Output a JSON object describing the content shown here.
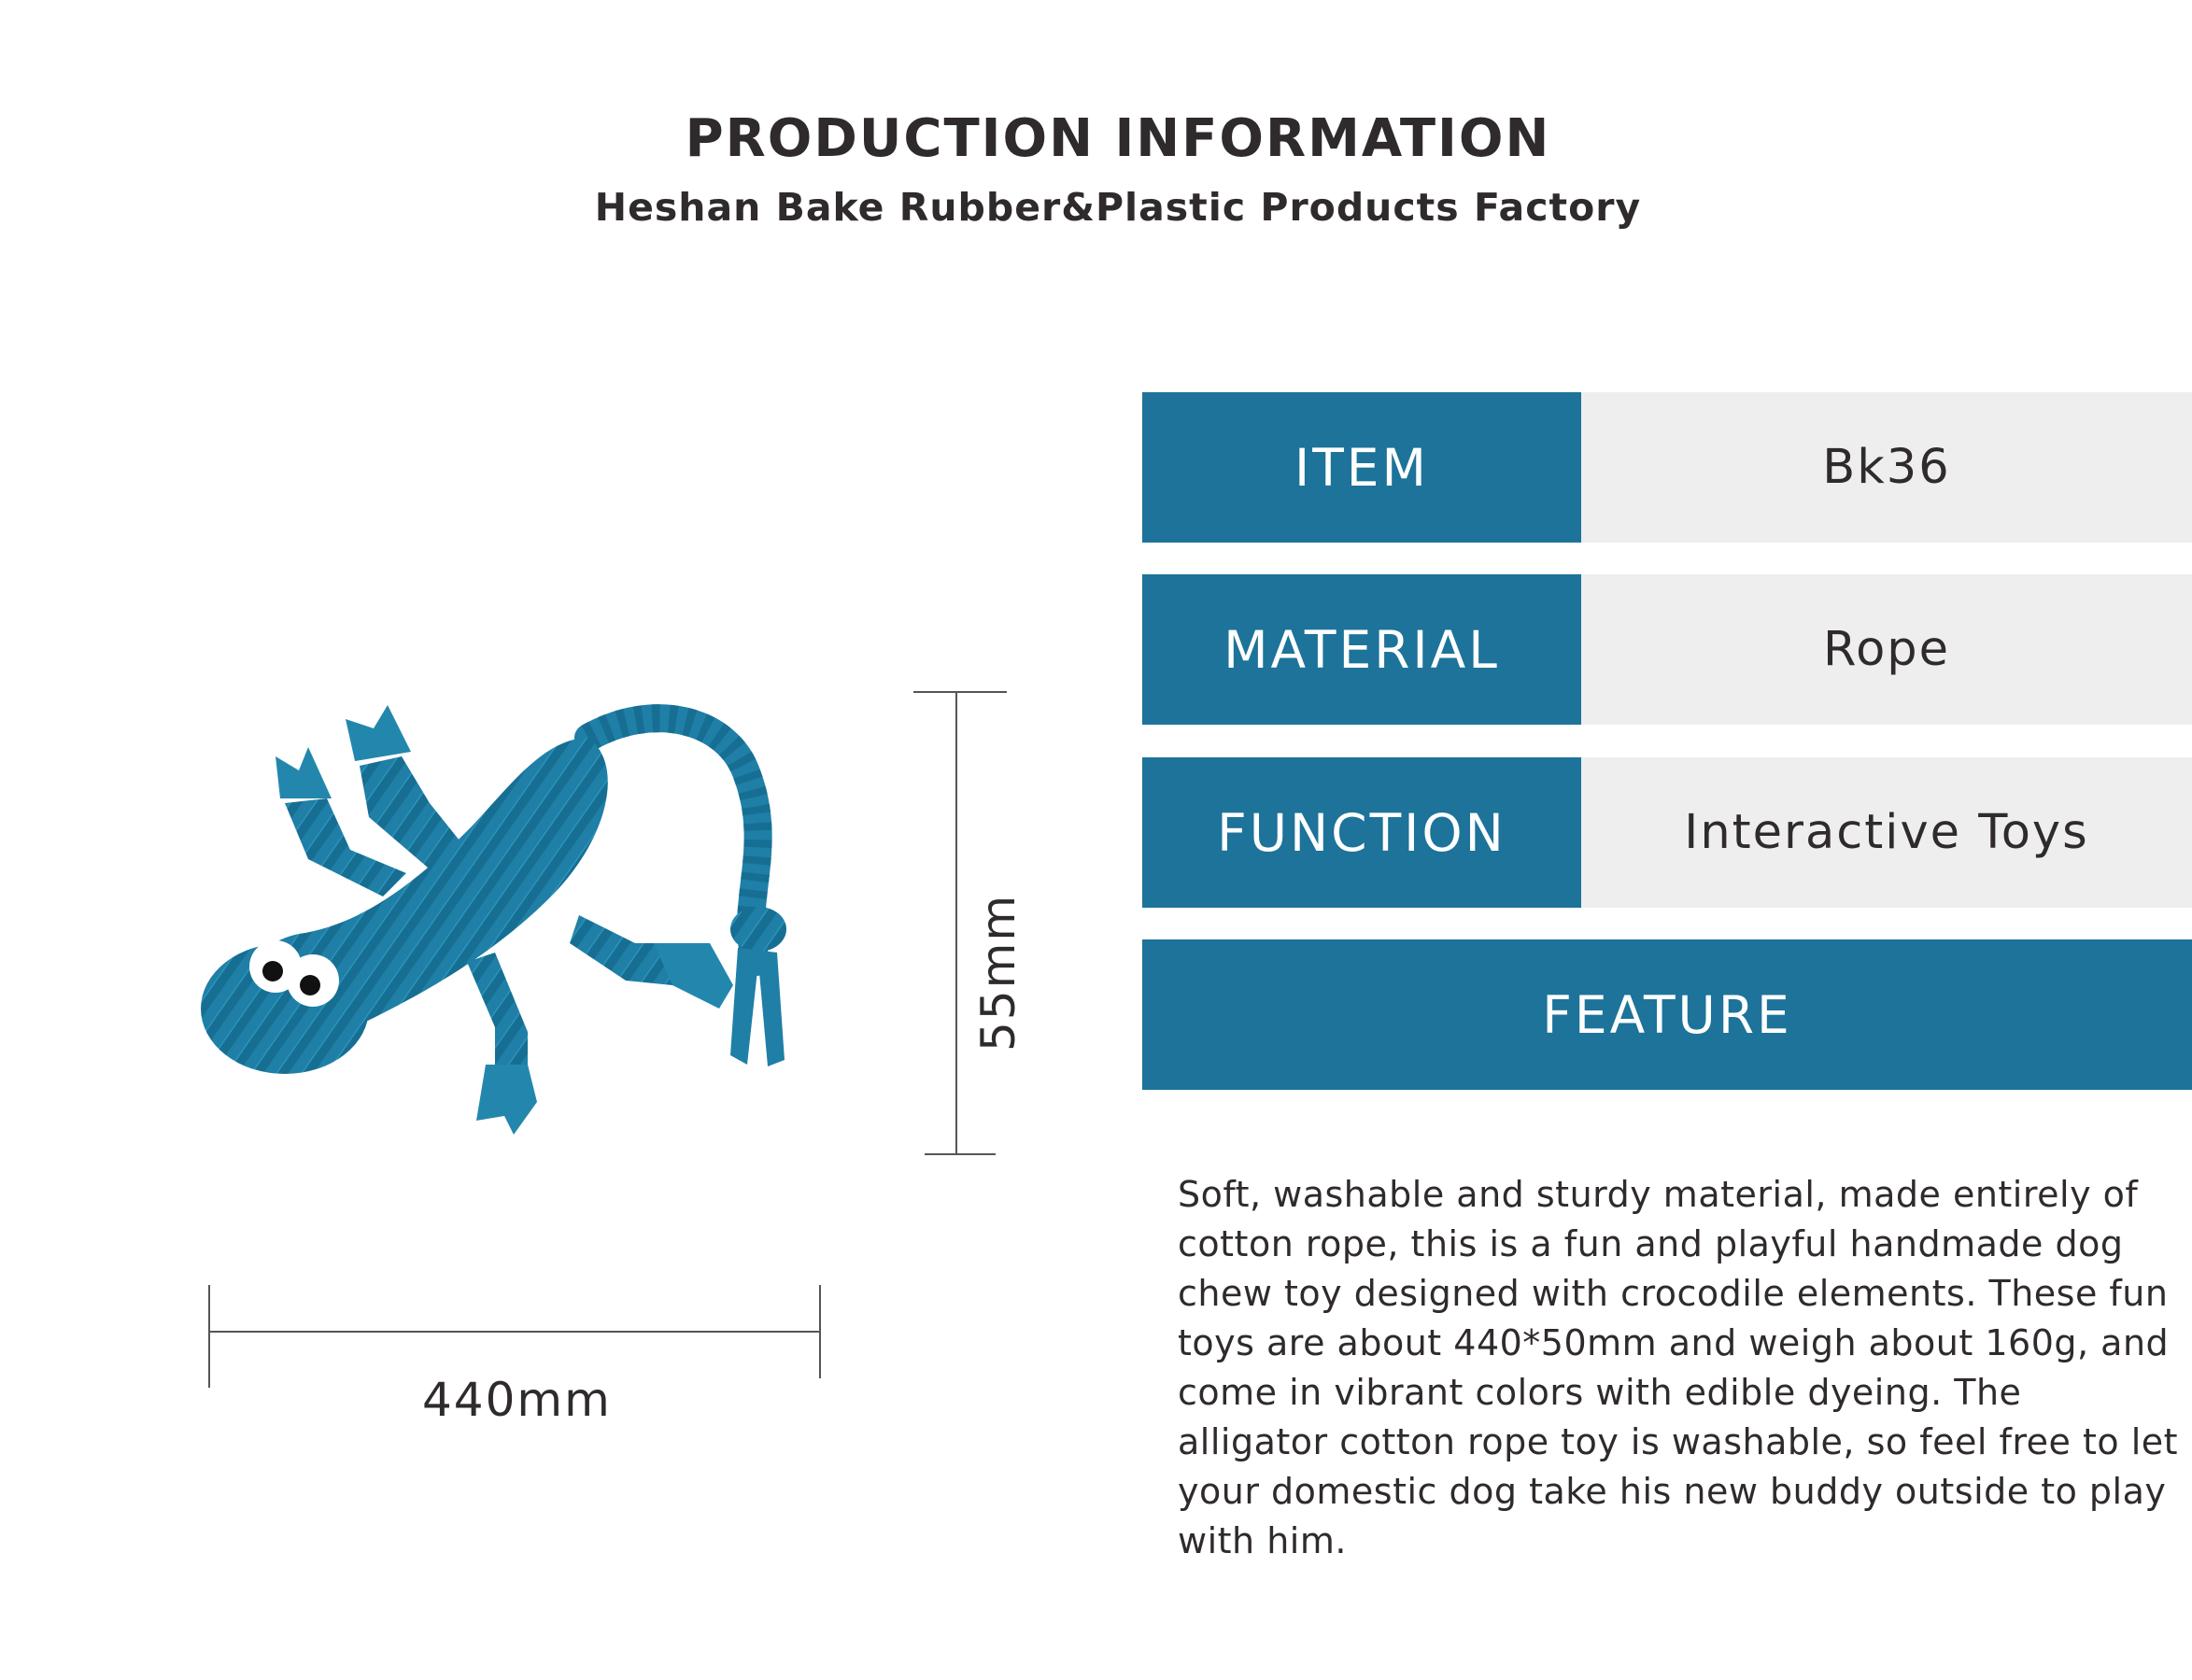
{
  "header": {
    "title": "PRODUCTION INFORMATION",
    "subtitle": "Heshan Bake Rubber&Plastic Products Factory"
  },
  "specs": [
    {
      "label": "ITEM",
      "value": "Bk36"
    },
    {
      "label": "MATERIAL",
      "value": "Rope"
    },
    {
      "label": "FUNCTION",
      "value": "Interactive Toys"
    }
  ],
  "feature": {
    "label": "FEATURE",
    "description": "Soft, washable and sturdy material, made entirely of cotton rope, this is a fun and playful handmade dog chew toy designed with crocodile elements. These fun toys are about 440*50mm and weigh about 160g, and come in vibrant colors with edible dyeing. The alligator cotton rope toy is washable, so feel free to let your domestic dog take his new buddy outside to play with him."
  },
  "dimensions": {
    "width_label": "440mm",
    "height_label": "55mm"
  },
  "colors": {
    "accent": "#1d7399",
    "value_background": "#eeeeee",
    "text": "#2f2a2b",
    "toy": "#1f7fa6"
  },
  "image": {
    "icon": "rope-lizard-toy-icon"
  }
}
